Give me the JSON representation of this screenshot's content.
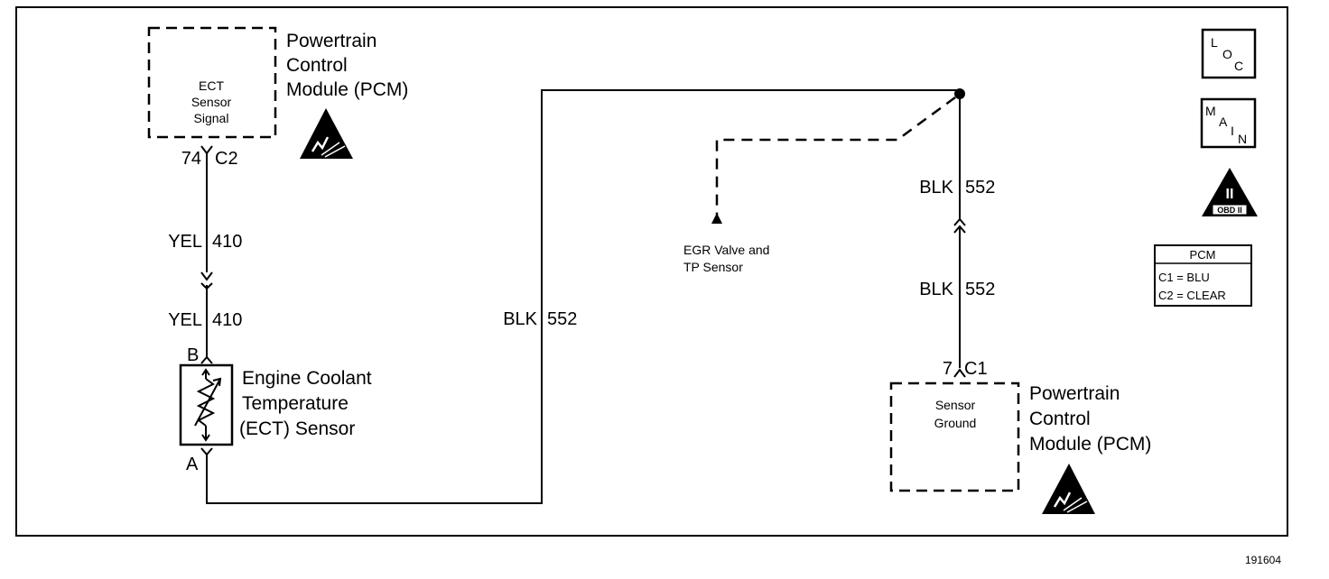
{
  "pcm_top": {
    "box_lines": [
      "ECT",
      "Sensor",
      "Signal"
    ],
    "name_lines": [
      "Powertrain",
      "Control",
      "Module (PCM)"
    ],
    "pin": "74",
    "connector": "C2"
  },
  "wire_signal": {
    "upper": {
      "color": "YEL",
      "circuit": "410"
    },
    "lower": {
      "color": "YEL",
      "circuit": "410"
    }
  },
  "ect_sensor": {
    "terminal_top": "B",
    "terminal_bottom": "A",
    "name_lines": [
      "Engine Coolant",
      "Temperature",
      "(ECT) Sensor"
    ]
  },
  "wire_ground_left": {
    "color": "BLK",
    "circuit": "552"
  },
  "wire_ground_right": {
    "upper": {
      "color": "BLK",
      "circuit": "552"
    },
    "lower": {
      "color": "BLK",
      "circuit": "552"
    }
  },
  "egr_ref": {
    "lines": [
      "EGR Valve and",
      "TP Sensor"
    ]
  },
  "pcm_bottom": {
    "box_lines": [
      "Sensor",
      "Ground"
    ],
    "name_lines": [
      "Powertrain",
      "Control",
      "Module (PCM)"
    ],
    "pin": "7",
    "connector": "C1"
  },
  "side_icons": {
    "loc": [
      "L",
      "O",
      "C"
    ],
    "main": [
      "M",
      "A",
      "I",
      "N"
    ],
    "obd_numeral": "II",
    "obd_label": "OBD II"
  },
  "pcm_table": {
    "header": "PCM",
    "rows": [
      "C1 = BLU",
      "C2 = CLEAR"
    ]
  },
  "figure_number": "191604"
}
